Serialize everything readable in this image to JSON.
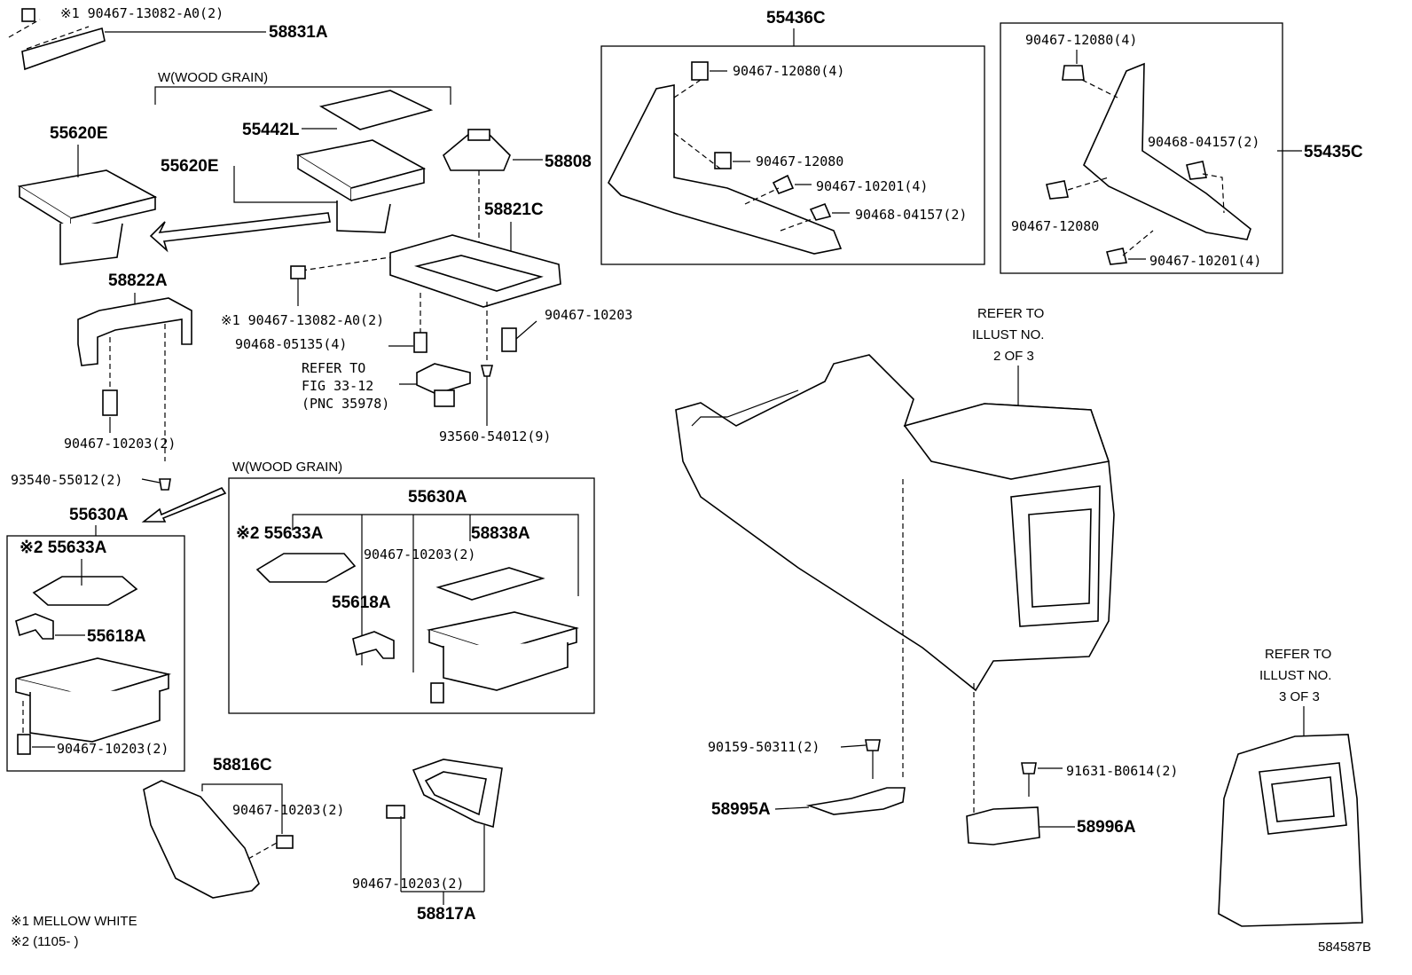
{
  "labels": {
    "p58831A": "58831A",
    "c1_top": "※1 90467-13082-A0(2)",
    "wood1": "W(WOOD GRAIN)",
    "p55620E_a": "55620E",
    "p55442L": "55442L",
    "p55620E_b": "55620E",
    "p58808": "58808",
    "p58821C": "58821C",
    "p58822A": "58822A",
    "c1_mid": "※1 90467-13082-A0(2)",
    "p90468_05135": "90468-05135(4)",
    "p90467_10203_a": "90467-10203",
    "refer_fig_1": "REFER TO",
    "refer_fig_2": "FIG 33-12",
    "refer_fig_3": "(PNC 35978)",
    "p90467_10203_b": "90467-10203(2)",
    "p93560": "93560-54012(9)",
    "p93540": "93540-55012(2)",
    "p55630A_left": "55630A",
    "wood2": "W(WOOD GRAIN)",
    "p55630A_mid": "55630A",
    "c2_left": "※2 55633A",
    "c2_mid": "※2 55633A",
    "p58838A": "58838A",
    "p90467_10203_c": "90467-10203(2)",
    "p55618A_mid": "55618A",
    "p55618A_left": "55618A",
    "p90467_10203_d": "90467-10203(2)",
    "p58816C": "58816C",
    "p90467_10203_e": "90467-10203(2)",
    "p90467_10203_f": "90467-10203(2)",
    "p58817A": "58817A",
    "note1": "※1 MELLOW WHITE",
    "note2": "※2 (1105-        )",
    "p55436C": "55436C",
    "b1_12080_4": "90467-12080(4)",
    "b1_12080": "90467-12080",
    "b1_10201": "90467-10201(4)",
    "b1_04157": "90468-04157(2)",
    "b2_12080_4": "90467-12080(4)",
    "b2_04157": "90468-04157(2)",
    "p55435C": "55435C",
    "b2_12080": "90467-12080",
    "b2_10201": "90467-10201(4)",
    "refer2_1": "REFER TO",
    "refer2_2": "ILLUST NO.",
    "refer2_3": "2 OF 3",
    "refer3_1": "REFER TO",
    "refer3_2": "ILLUST NO.",
    "refer3_3": "3 OF 3",
    "p90159": "90159-50311(2)",
    "p58995A": "58995A",
    "p91631": "91631-B0614(2)",
    "p58996A": "58996A",
    "diagram_id": "584587B"
  }
}
